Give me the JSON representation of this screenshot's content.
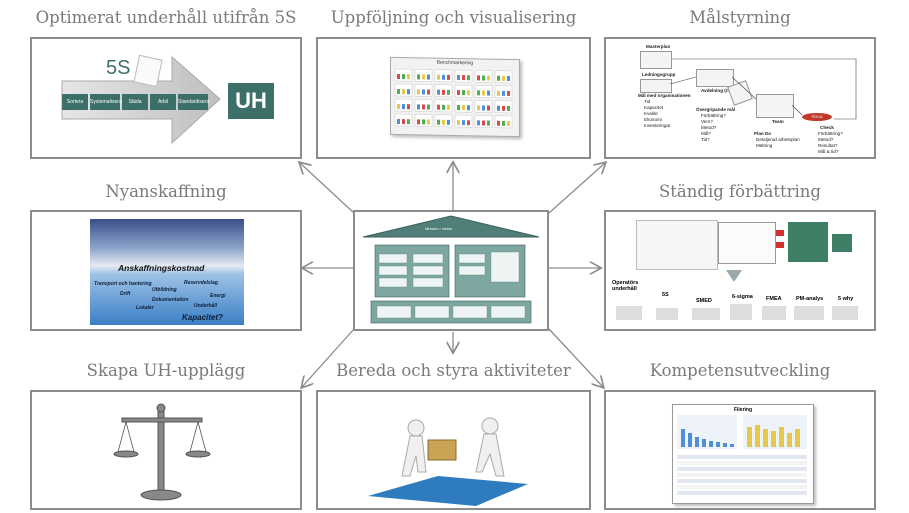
{
  "titles": {
    "top_left": "Optimerat underhåll utifrån 5S",
    "top_center": "Uppföljning och visualisering",
    "top_right": "Målstyrning",
    "mid_left": "Nyanskaffning",
    "mid_right": "Ständig förbättring",
    "bottom_left": "Skapa UH-upplägg",
    "bottom_center": "Bereda och styra aktiviteter",
    "bottom_right": "Kompetensutveckling"
  },
  "fivesPanel": {
    "label5s": "5S",
    "steps": [
      "Sortera",
      "Systematisera",
      "Städa",
      "Arbil",
      "Standardisera"
    ],
    "uh": "UH"
  },
  "visPanel": {
    "header": "Benchmarkering"
  },
  "malPanel": {
    "t1": "Masterplan",
    "t2": "Ledningsgrupp",
    "t3": "Mål med organisationen",
    "list1": [
      "Tid",
      "Kapacitet",
      "Kvalite",
      "Ekonomi",
      "Investeringar"
    ],
    "t4": "Avdelning (Chef)",
    "t5": "Övergripande mål",
    "list2": [
      "Förbättring?",
      "Vem?",
      "Metod?",
      "Mål?",
      "Tid?"
    ],
    "t6": "Team",
    "t7": "Plan Do",
    "list3": [
      "Detaljerad arbetsplan",
      "Mätning"
    ],
    "t8": "Check",
    "list4": [
      "Förbättring?",
      "Metod?",
      "Resultat?",
      "Mål & tid?"
    ],
    "badge": "PDCA"
  },
  "nyPanel": {
    "heading": "Anskaffningskostnad",
    "words": [
      "Transport och hantering",
      "Drift",
      "Utbildning",
      "Reservdelslag",
      "Energi",
      "Dokumentation",
      "Lokaler",
      "Underhåll",
      "Kapacitet?"
    ]
  },
  "stPanel": {
    "tools": [
      "Operatörs underhåll",
      "5S",
      "SMED",
      "6-sigma",
      "FMEA",
      "PM-analys",
      "5 why"
    ]
  },
  "centerPanel": {
    "roof": "Mission / vision"
  },
  "kompPanel": {
    "heading": "Filering"
  }
}
